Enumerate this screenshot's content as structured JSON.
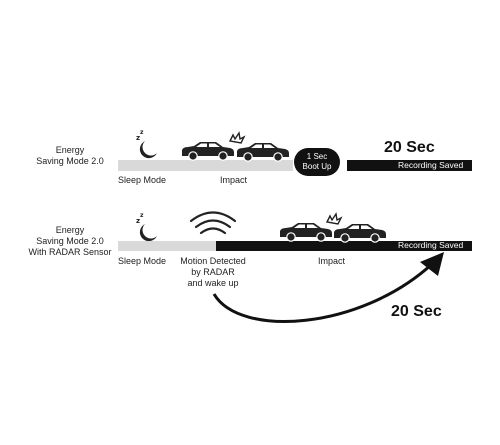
{
  "row1": {
    "mode_label_line1": "Energy",
    "mode_label_line2": "Saving Mode 2.0",
    "sleep_label": "Sleep Mode",
    "impact_label": "Impact",
    "boot_line1": "1 Sec",
    "boot_line2": "Boot Up",
    "duration": "20 Sec",
    "recording": "Recording Saved"
  },
  "row2": {
    "mode_label_line1": "Energy",
    "mode_label_line2": "Saving Mode 2.0",
    "mode_label_line3": "With RADAR Sensor",
    "sleep_label": "Sleep Mode",
    "motion_line1": "Motion Detected",
    "motion_line2": "by RADAR",
    "motion_line3": "and wake up",
    "impact_label": "Impact",
    "recording": "Recording Saved",
    "duration": "20 Sec"
  },
  "icons": [
    "moon-sleep-icon",
    "car-icon",
    "collision-icon",
    "radar-wave-icon",
    "curved-arrow-icon"
  ],
  "colors": {
    "sleep_bar": "#d9d9d9",
    "active_bar": "#111111",
    "icon": "#222222"
  }
}
